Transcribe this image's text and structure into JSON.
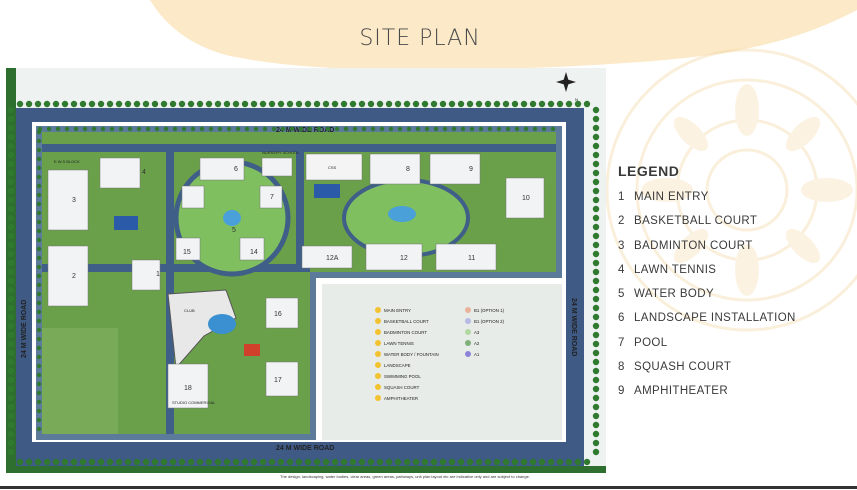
{
  "page": {
    "title": "SITE PLAN"
  },
  "legend": {
    "title": "LEGEND",
    "items": [
      {
        "num": "1",
        "label": "MAIN ENTRY"
      },
      {
        "num": "2",
        "label": "BASKETBALL COURT"
      },
      {
        "num": "3",
        "label": "BADMINTON COURT"
      },
      {
        "num": "4",
        "label": "LAWN TENNIS"
      },
      {
        "num": "5",
        "label": "WATER BODY"
      },
      {
        "num": "6",
        "label": "LANDSCAPE INSTALLATION"
      },
      {
        "num": "7",
        "label": "POOL"
      },
      {
        "num": "8",
        "label": "SQUASH COURT"
      },
      {
        "num": "9",
        "label": "AMPHITHEATER"
      }
    ]
  },
  "plan": {
    "roads": {
      "top": "24 M WIDE ROAD",
      "bottom": "24 M WIDE ROAD",
      "left": "24 M WIDE ROAD",
      "right": "24 M WIDE ROAD"
    },
    "compass": "N",
    "labels": {
      "ews": "E.W.S BLOCK",
      "nursery": "NURSERY SCHOOL",
      "css": "CSS",
      "club": "CLUB",
      "studio": "STUDIO COMMERCIAL"
    },
    "key_left": [
      "MAIN ENTRY",
      "BASKETBALL COURT",
      "BADMINTON COURT",
      "LAWN TENNIS",
      "WATER BODY / FOUNTAIN",
      "LANDSCAPE",
      "SWIMMING POOL",
      "SQUASH COURT",
      "AMPHITHEATER"
    ],
    "key_right": [
      "B1 (OPTION 1)",
      "B1 (OPTION 2)",
      "A3",
      "A2",
      "A1"
    ],
    "key_right_colors": [
      "#e8b39a",
      "#b8b9e6",
      "#b0d8a0",
      "#7fb07a",
      "#8b83d8"
    ],
    "towers": {
      "t1": "1",
      "t2": "2",
      "t3": "3",
      "t4": "4",
      "t5": "5",
      "t6": "6",
      "t7": "7",
      "t8": "8",
      "t9": "9",
      "t10": "10",
      "t11": "11",
      "t12": "12",
      "t12a": "12A",
      "t14": "14",
      "t15": "15",
      "t16": "16",
      "t17": "17",
      "t18": "18"
    }
  },
  "footnote": "The design, landscaping, water bodies, clear areas, green areas, pathways, unit plan layout etc are indicative only and are subject to change."
}
